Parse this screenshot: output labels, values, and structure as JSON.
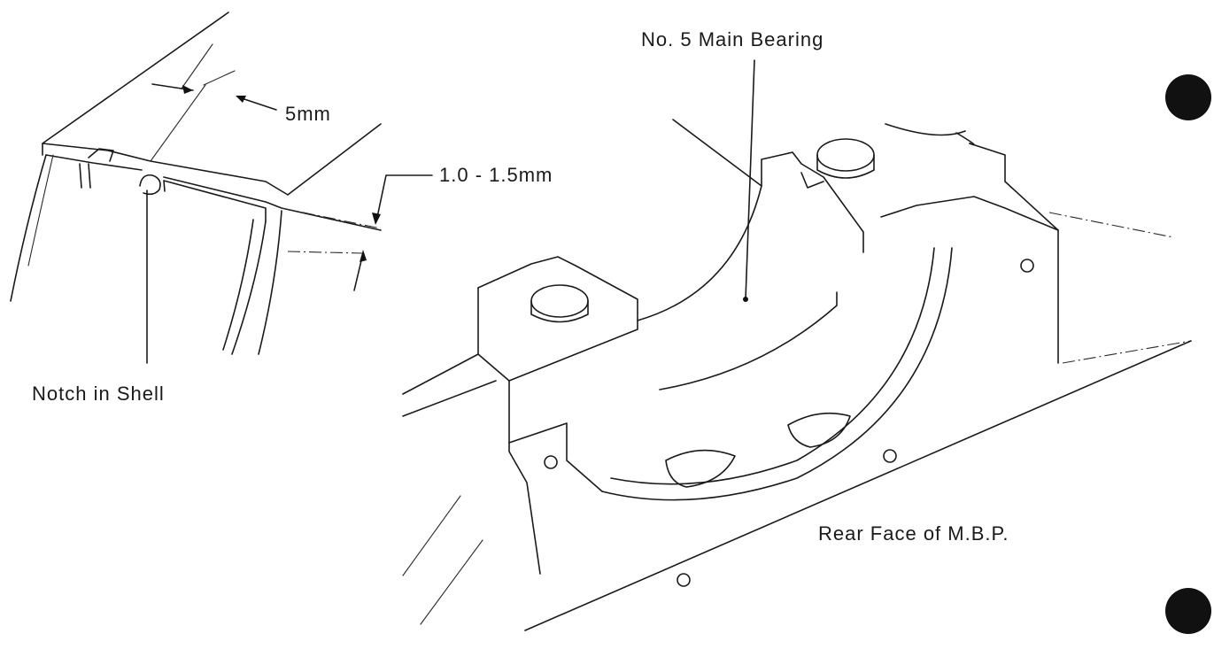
{
  "labels": {
    "main_bearing": "No. 5 Main Bearing",
    "notch_width": "5mm",
    "notch_depth": "1.0 - 1.5mm",
    "notch": "Notch in Shell",
    "rear_face": "Rear Face of M.B.P."
  },
  "colors": {
    "ink": "#1a1a1a",
    "paper": "#ffffff"
  }
}
